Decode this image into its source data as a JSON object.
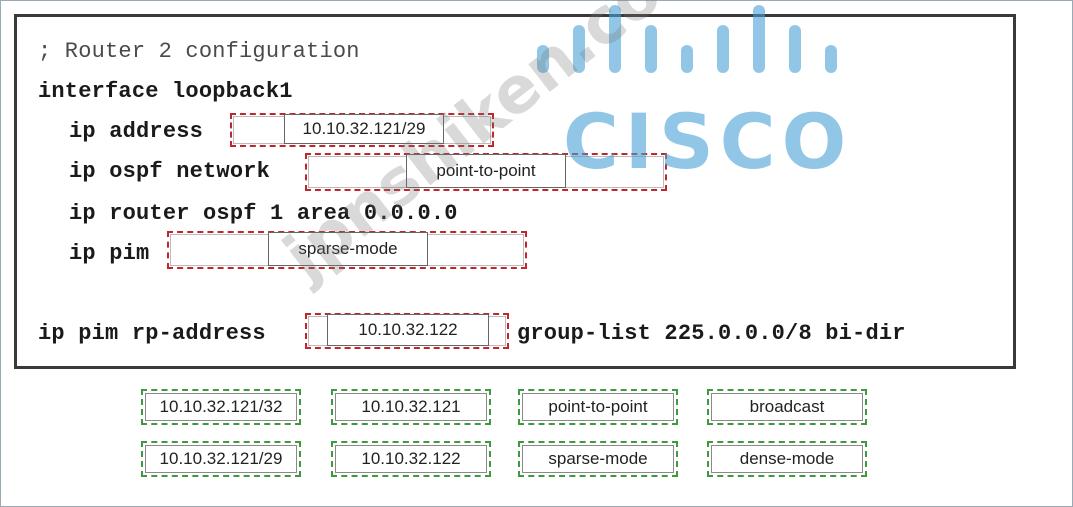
{
  "config": {
    "comment": "; Router 2 configuration",
    "lines": {
      "interface": "interface loopback1",
      "ip_address": "ip address",
      "ip_ospf_network": "ip ospf network",
      "ip_router_ospf": "ip router ospf 1 area 0.0.0.0",
      "ip_pim": "ip pim",
      "ip_pim_rp_address": "ip pim rp-address",
      "group_list": "group-list 225.0.0.0/8 bi-dir"
    },
    "placed": {
      "ip_address": "10.10.32.121/29",
      "ospf_network": "point-to-point",
      "pim_mode": "sparse-mode",
      "rp_address": "10.10.32.122"
    }
  },
  "options": {
    "row1": [
      "10.10.32.121/32",
      "10.10.32.121",
      "point-to-point",
      "broadcast"
    ],
    "row2": [
      "10.10.32.121/29",
      "10.10.32.122",
      "sparse-mode",
      "dense-mode"
    ]
  },
  "watermark": "jpnshiken.com",
  "logo": "CISCO",
  "colors": {
    "dropzone_border": "#c0272d",
    "option_border": "#3f9a3f",
    "cisco_blue": "#4aa0d6"
  }
}
